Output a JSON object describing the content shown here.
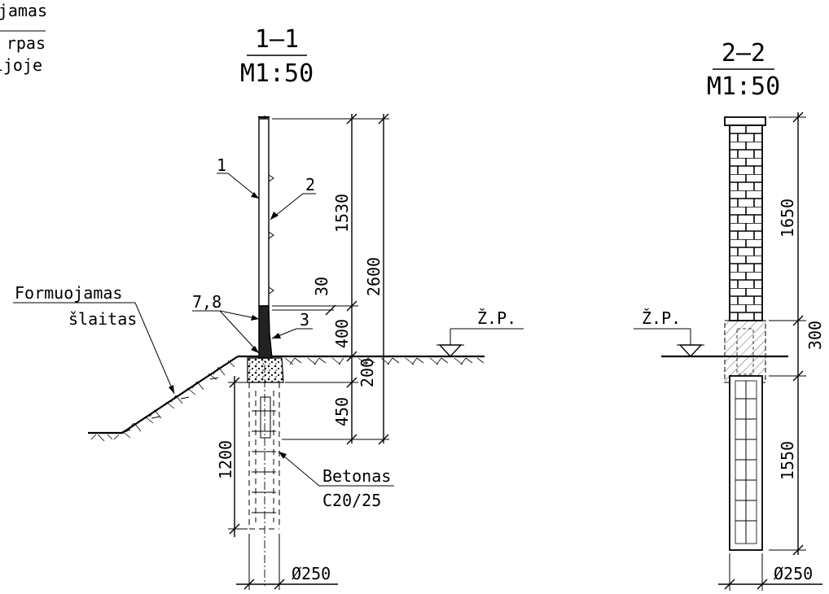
{
  "corner_note": {
    "line1": "jamas",
    "line2": "rpas",
    "line3": "rijoje"
  },
  "section_1": {
    "title": "1–1",
    "scale": "M1:50",
    "dims": {
      "d1530": "1530",
      "d2600": "2600",
      "d30": "30",
      "d400": "400",
      "d200": "200",
      "d450": "450",
      "d1200": "1200",
      "diameter": "Ø250"
    },
    "callouts": {
      "c1": "1",
      "c2": "2",
      "c3": "3",
      "c78": "7,8"
    },
    "labels": {
      "slope_line1": "Formuojamas",
      "slope_line2": "šlaitas",
      "concrete_line1": "Betonas",
      "concrete_line2": "C20/25",
      "ground": "Ž.P."
    }
  },
  "section_2": {
    "title": "2–2",
    "scale": "M1:50",
    "dims": {
      "d1650": "1650",
      "d300": "300",
      "d1550": "1550",
      "diameter": "Ø250"
    },
    "labels": {
      "ground": "Ž.P."
    }
  }
}
